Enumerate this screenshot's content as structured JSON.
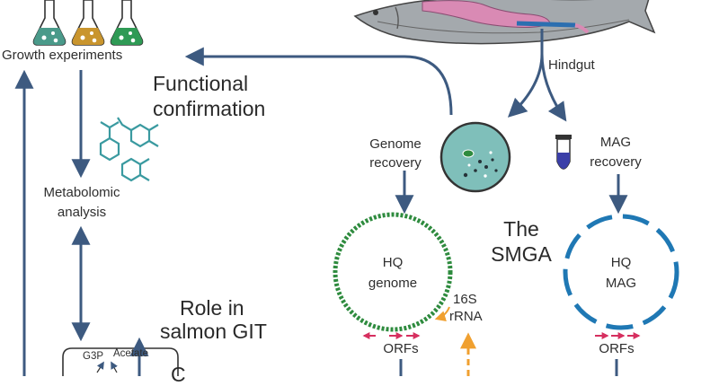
{
  "labels": {
    "growth": "Growth experiments",
    "functional_line1": "Functional",
    "functional_line2": "confirmation",
    "hindgut": "Hindgut",
    "genome_recovery_line1": "Genome",
    "genome_recovery_line2": "recovery",
    "mag_recovery_line1": "MAG",
    "mag_recovery_line2": "recovery",
    "metabolomic_line1": "Metabolomic",
    "metabolomic_line2": "analysis",
    "smga_line1": "The",
    "smga_line2": "SMGA",
    "hq_genome_line1": "HQ",
    "hq_genome_line2": "genome",
    "hq_mag_line1": "HQ",
    "hq_mag_line2": "MAG",
    "rrna_line1": "16S",
    "rrna_line2": "rRNA",
    "orfs_left": "ORFs",
    "orfs_right": "ORFs",
    "role_line1": "Role in",
    "role_line2": "salmon GIT",
    "g3p": "G3P",
    "acetate": "Acetate",
    "partial_bottom": "C"
  },
  "colors": {
    "arrow": "#3d5a80",
    "genome_ring": "#2e8b3e",
    "mag_ring": "#1f78b4",
    "orf_arrows": "#d62f5f",
    "rrna_arrow": "#f0a030",
    "flask_teal": "#4a9a8a",
    "flask_ochre": "#c9952e",
    "flask_green": "#2f9a55",
    "petri": "#7fbfba",
    "molecule": "#3a9aa0",
    "fish_body": "#9aa0a4",
    "gut": "#d98ab4"
  }
}
